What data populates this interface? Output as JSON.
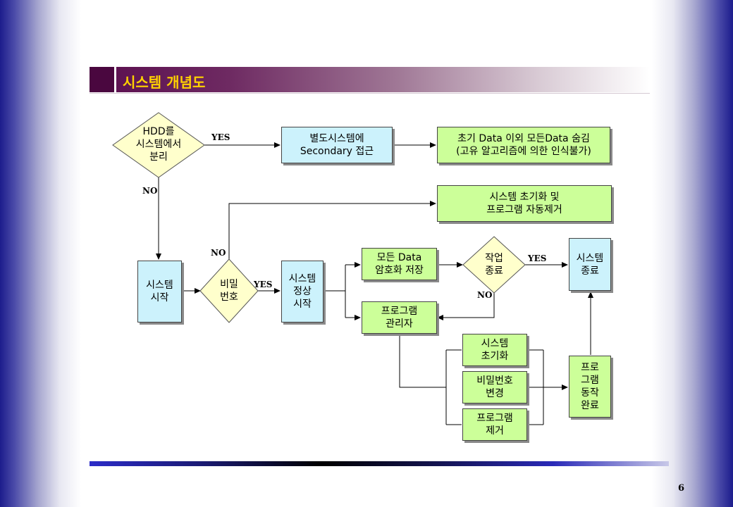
{
  "title": "시스템 개념도",
  "page_number": "6",
  "decisions": {
    "hdd_separate": "HDD를\n시스템에서\n분리",
    "password": "비밀\n번호",
    "job_done": "작업\n종료"
  },
  "boxes": {
    "secondary_access": "별도시스템에\nSecondary 접근",
    "init_hide": "초기 Data 이외 모든Data 숨김\n(고유 알고리즘에 의한 인식불가)",
    "init_remove": "시스템 초기화 및\n프로그램 자동제거",
    "system_start": "시스템\n시작",
    "system_normal_start": "시스템\n정상\n시작",
    "encrypt_save": "모든 Data\n암호화 저장",
    "system_end": "시스템\n종료",
    "program_manager": "프로그램\n관리자",
    "system_init": "시스템\n초기화",
    "change_password": "비밀번호\n변경",
    "remove_program": "프로그램\n제거",
    "program_done": "프로\n그램\n동작\n완료"
  },
  "labels": {
    "yes": "YES",
    "no": "NO"
  }
}
